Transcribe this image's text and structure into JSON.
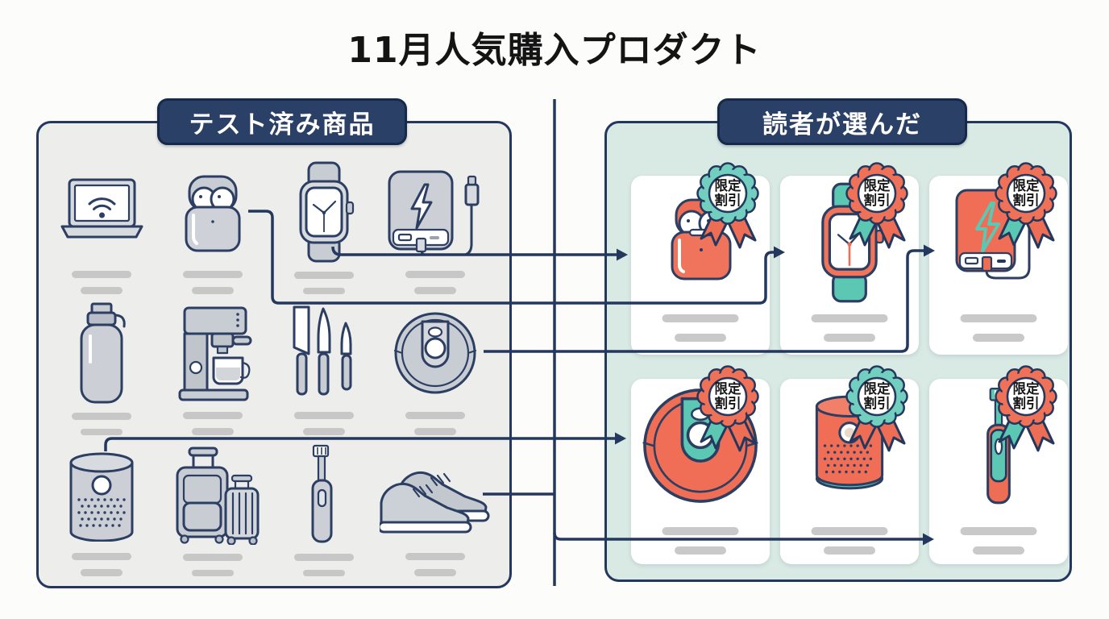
{
  "title": "11月人気購入プロダクト",
  "left_panel": {
    "header": "テスト済み商品",
    "items": [
      {
        "icon": "laptop-wifi-icon"
      },
      {
        "icon": "wireless-earbuds-icon"
      },
      {
        "icon": "smartwatch-icon"
      },
      {
        "icon": "power-bank-icon"
      },
      {
        "icon": "water-bottle-icon"
      },
      {
        "icon": "coffee-machine-icon"
      },
      {
        "icon": "knife-set-icon"
      },
      {
        "icon": "robot-vacuum-icon"
      },
      {
        "icon": "smart-speaker-icon"
      },
      {
        "icon": "luggage-icon"
      },
      {
        "icon": "electric-toothbrush-icon"
      },
      {
        "icon": "sneakers-icon"
      }
    ]
  },
  "right_panel": {
    "header": "読者が選んだ",
    "badge": {
      "line1": "限定",
      "line2": "割引",
      "full": "限定割引"
    },
    "cards": [
      {
        "icon": "wireless-earbuds-icon"
      },
      {
        "icon": "smartwatch-icon"
      },
      {
        "icon": "power-bank-icon"
      },
      {
        "icon": "robot-vacuum-icon"
      },
      {
        "icon": "smart-speaker-icon"
      },
      {
        "icon": "electric-toothbrush-icon"
      }
    ]
  },
  "connections": [
    {
      "from": "smartwatch",
      "to": "card-earbuds"
    },
    {
      "from": "wireless-earbuds",
      "to": "card-smartwatch"
    },
    {
      "from": "robot-vacuum",
      "to": "card-power-bank"
    },
    {
      "from": "smart-speaker",
      "to": "card-robot-vacuum"
    },
    {
      "from": "sneakers",
      "to": "card-toothbrush"
    }
  ],
  "colors": {
    "navy": "#24375d",
    "coral": "#ee6e55",
    "teal": "#5cc8b3",
    "mint_background": "#d9eae4",
    "gray_panel": "#ededeb",
    "badge_text": "#141414"
  }
}
